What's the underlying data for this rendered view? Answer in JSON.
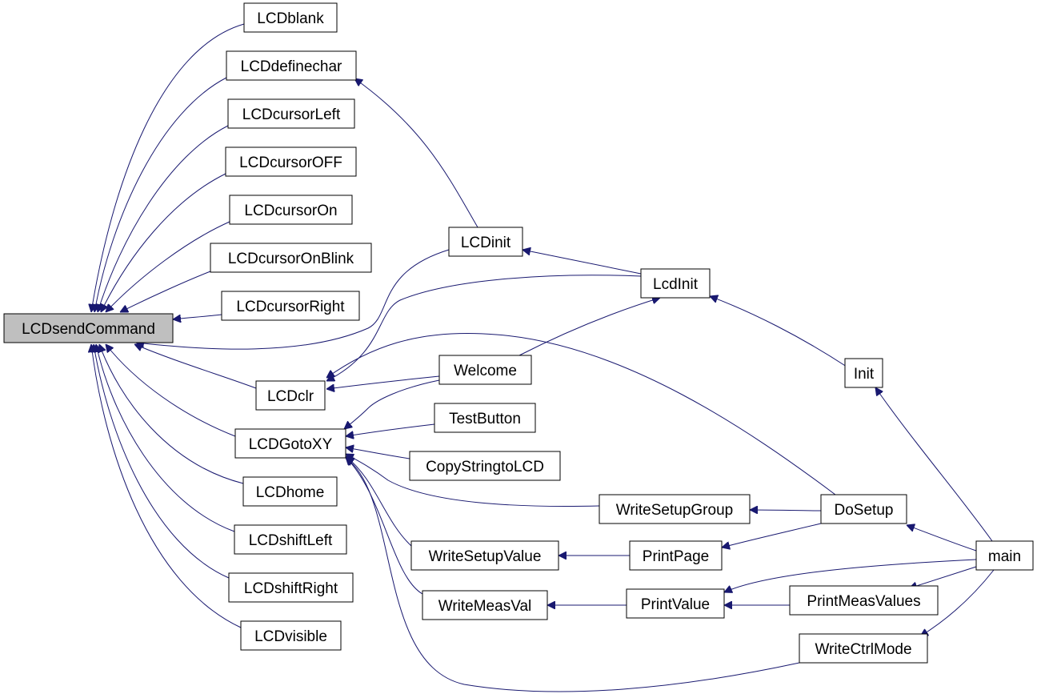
{
  "colors": {
    "edge": "#191970",
    "node_border": "#000000",
    "node_fill": "#ffffff",
    "root_fill": "#bfbfbf"
  },
  "nodes": [
    {
      "id": "LCDsendCommand",
      "label": "LCDsendCommand",
      "root": true
    },
    {
      "id": "LCDblank",
      "label": "LCDblank"
    },
    {
      "id": "LCDdefinechar",
      "label": "LCDdefinechar"
    },
    {
      "id": "LCDcursorLeft",
      "label": "LCDcursorLeft"
    },
    {
      "id": "LCDcursorOFF",
      "label": "LCDcursorOFF"
    },
    {
      "id": "LCDcursorOn",
      "label": "LCDcursorOn"
    },
    {
      "id": "LCDcursorOnBlink",
      "label": "LCDcursorOnBlink"
    },
    {
      "id": "LCDcursorRight",
      "label": "LCDcursorRight"
    },
    {
      "id": "LCDclr",
      "label": "LCDclr"
    },
    {
      "id": "LCDGotoXY",
      "label": "LCDGotoXY"
    },
    {
      "id": "LCDhome",
      "label": "LCDhome"
    },
    {
      "id": "LCDshiftLeft",
      "label": "LCDshiftLeft"
    },
    {
      "id": "LCDshiftRight",
      "label": "LCDshiftRight"
    },
    {
      "id": "LCDvisible",
      "label": "LCDvisible"
    },
    {
      "id": "LCDinit",
      "label": "LCDinit"
    },
    {
      "id": "Welcome",
      "label": "Welcome"
    },
    {
      "id": "TestButton",
      "label": "TestButton"
    },
    {
      "id": "CopyStringtoLCD",
      "label": "CopyStringtoLCD"
    },
    {
      "id": "WriteSetupValue",
      "label": "WriteSetupValue"
    },
    {
      "id": "WriteMeasVal",
      "label": "WriteMeasVal"
    },
    {
      "id": "LcdInit",
      "label": "LcdInit"
    },
    {
      "id": "WriteSetupGroup",
      "label": "WriteSetupGroup"
    },
    {
      "id": "PrintPage",
      "label": "PrintPage"
    },
    {
      "id": "PrintValue",
      "label": "PrintValue"
    },
    {
      "id": "Init",
      "label": "Init"
    },
    {
      "id": "DoSetup",
      "label": "DoSetup"
    },
    {
      "id": "PrintMeasValues",
      "label": "PrintMeasValues"
    },
    {
      "id": "WriteCtrlMode",
      "label": "WriteCtrlMode"
    },
    {
      "id": "main",
      "label": "main"
    }
  ],
  "edges": [
    {
      "from": "LCDblank",
      "to": "LCDsendCommand"
    },
    {
      "from": "LCDdefinechar",
      "to": "LCDsendCommand"
    },
    {
      "from": "LCDcursorLeft",
      "to": "LCDsendCommand"
    },
    {
      "from": "LCDcursorOFF",
      "to": "LCDsendCommand"
    },
    {
      "from": "LCDcursorOn",
      "to": "LCDsendCommand"
    },
    {
      "from": "LCDcursorOnBlink",
      "to": "LCDsendCommand"
    },
    {
      "from": "LCDcursorRight",
      "to": "LCDsendCommand"
    },
    {
      "from": "LCDinit",
      "to": "LCDsendCommand"
    },
    {
      "from": "LCDclr",
      "to": "LCDsendCommand"
    },
    {
      "from": "LCDGotoXY",
      "to": "LCDsendCommand"
    },
    {
      "from": "LCDhome",
      "to": "LCDsendCommand"
    },
    {
      "from": "LCDshiftLeft",
      "to": "LCDsendCommand"
    },
    {
      "from": "LCDshiftRight",
      "to": "LCDsendCommand"
    },
    {
      "from": "LCDvisible",
      "to": "LCDsendCommand"
    },
    {
      "from": "LCDinit",
      "to": "LCDdefinechar"
    },
    {
      "from": "LcdInit",
      "to": "LCDinit"
    },
    {
      "from": "LcdInit",
      "to": "LCDclr"
    },
    {
      "from": "Welcome",
      "to": "LCDclr"
    },
    {
      "from": "DoSetup",
      "to": "LCDclr"
    },
    {
      "from": "Welcome",
      "to": "LCDGotoXY"
    },
    {
      "from": "TestButton",
      "to": "LCDGotoXY"
    },
    {
      "from": "CopyStringtoLCD",
      "to": "LCDGotoXY"
    },
    {
      "from": "WriteSetupGroup",
      "to": "LCDGotoXY"
    },
    {
      "from": "WriteSetupValue",
      "to": "LCDGotoXY"
    },
    {
      "from": "WriteMeasVal",
      "to": "LCDGotoXY"
    },
    {
      "from": "WriteCtrlMode",
      "to": "LCDGotoXY"
    },
    {
      "from": "Welcome",
      "to": "LcdInit"
    },
    {
      "from": "Init",
      "to": "LcdInit"
    },
    {
      "from": "main",
      "to": "Init"
    },
    {
      "from": "DoSetup",
      "to": "WriteSetupGroup"
    },
    {
      "from": "PrintPage",
      "to": "WriteSetupValue"
    },
    {
      "from": "DoSetup",
      "to": "PrintPage"
    },
    {
      "from": "PrintValue",
      "to": "WriteMeasVal"
    },
    {
      "from": "main",
      "to": "PrintValue"
    },
    {
      "from": "PrintMeasValues",
      "to": "PrintValue"
    },
    {
      "from": "main",
      "to": "DoSetup"
    },
    {
      "from": "main",
      "to": "PrintMeasValues"
    },
    {
      "from": "main",
      "to": "WriteCtrlMode"
    }
  ]
}
